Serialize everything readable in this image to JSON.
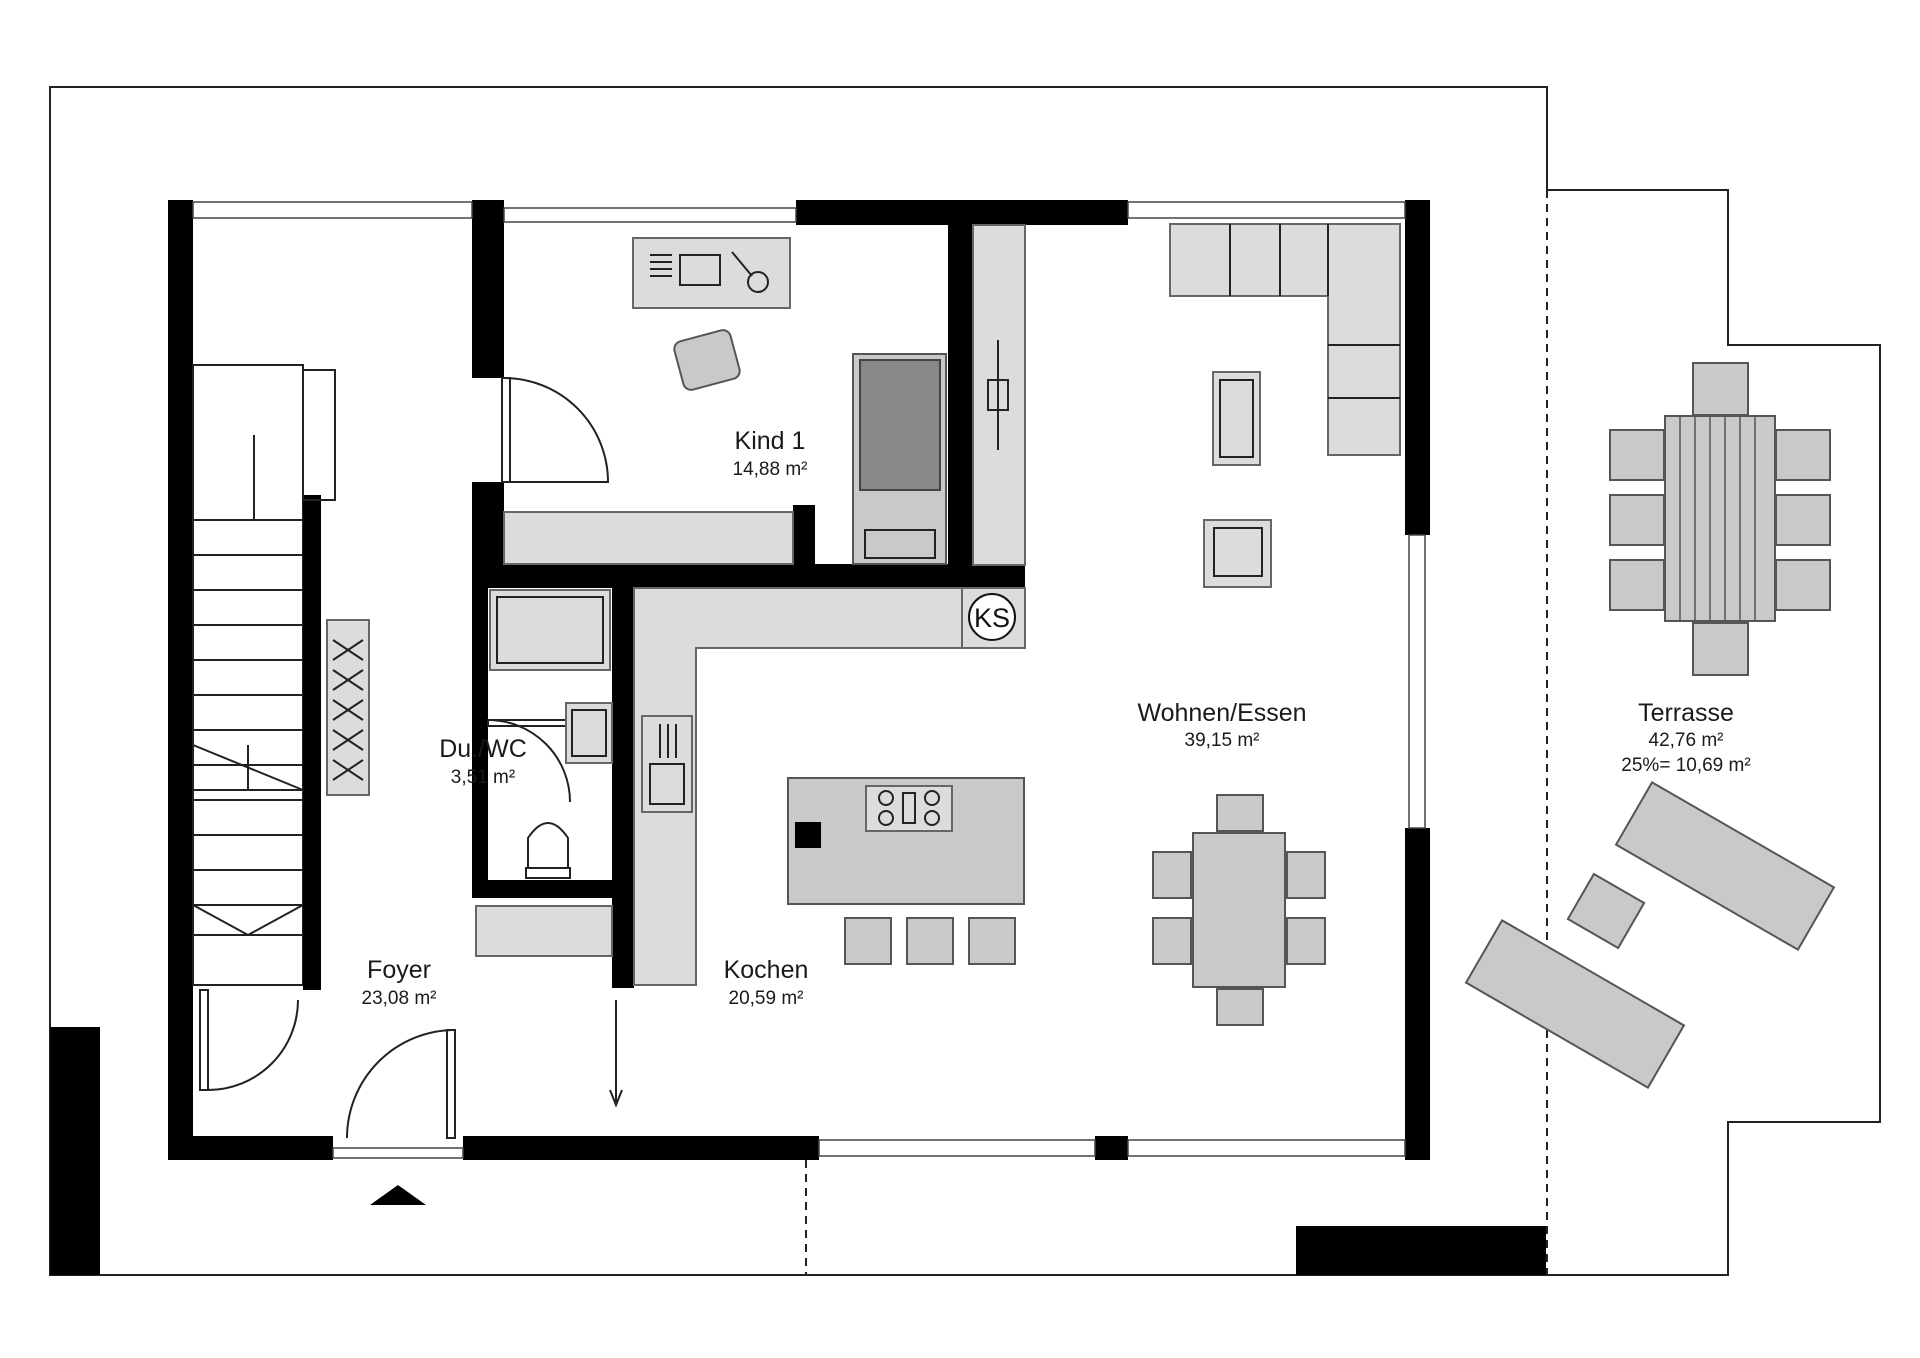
{
  "rooms": {
    "kind1": {
      "name": "Kind 1",
      "area": "14,88 m²"
    },
    "wohnen": {
      "name": "Wohnen/Essen",
      "area": "39,15 m²"
    },
    "terrasse": {
      "name": "Terrasse",
      "area": "42,76 m²",
      "area_reduced": "25%= 10,69 m²"
    },
    "duwc": {
      "name": "Du./WC",
      "area": "3,51 m²"
    },
    "foyer": {
      "name": "Foyer",
      "area": "23,08 m²"
    },
    "kochen": {
      "name": "Kochen",
      "area": "20,59 m²"
    }
  },
  "labels": {
    "ks": "KS"
  },
  "icons": {
    "entrance": "entrance-arrow-icon",
    "stove": "cooktop-icon",
    "sink": "sink-icon",
    "toilet": "toilet-icon"
  },
  "colors": {
    "wall": "#000000",
    "furniture": "#c9c9c9",
    "background": "#ffffff"
  }
}
